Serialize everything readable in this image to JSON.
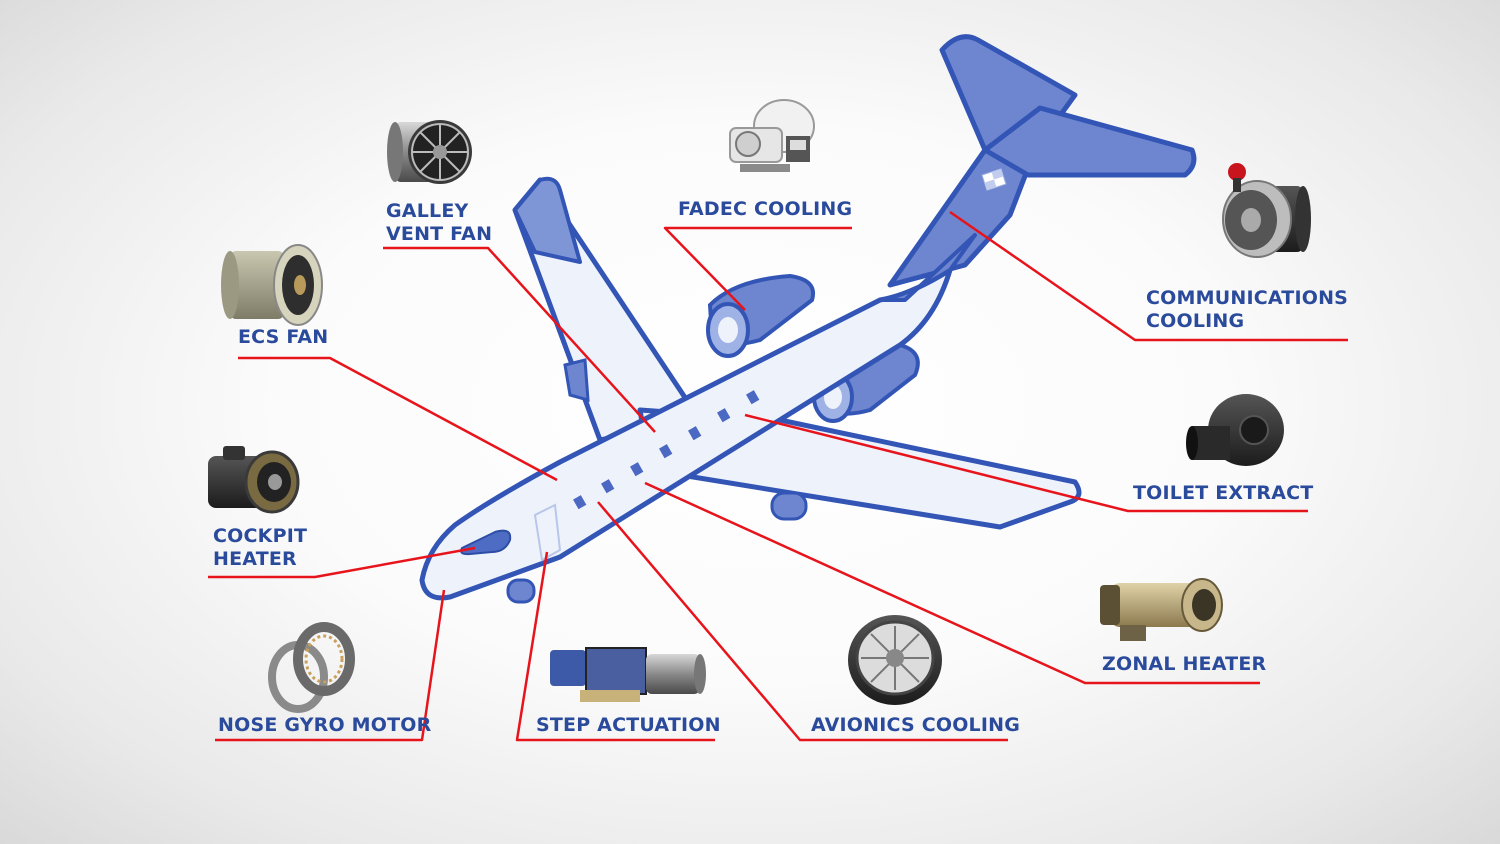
{
  "colors": {
    "label": "#2a4a9c",
    "leader": "#e8141c",
    "fuselage_fill": "#eef2fb",
    "accent_fill": "#6d86cf",
    "outline": "#3355b5"
  },
  "callouts": {
    "galley_vent_fan": {
      "text": "GALLEY\nVENT FAN",
      "icon": "axial-fan-icon"
    },
    "fadec_cooling": {
      "text": "FADEC COOLING",
      "icon": "blower-icon"
    },
    "communications_cooling": {
      "text": "COMMUNICATIONS\nCOOLING",
      "icon": "fan-motor-icon"
    },
    "ecs_fan": {
      "text": "ECS FAN",
      "icon": "duct-fan-icon"
    },
    "toilet_extract": {
      "text": "TOILET EXTRACT",
      "icon": "centrifugal-blower-icon"
    },
    "cockpit_heater": {
      "text": "COCKPIT\nHEATER",
      "icon": "heater-icon"
    },
    "zonal_heater": {
      "text": "ZONAL HEATER",
      "icon": "zonal-heater-icon"
    },
    "nose_gyro_motor": {
      "text": "NOSE GYRO MOTOR",
      "icon": "stator-rotor-icon"
    },
    "step_actuation": {
      "text": "STEP ACTUATION",
      "icon": "actuator-icon"
    },
    "avionics_cooling": {
      "text": "AVIONICS COOLING",
      "icon": "impeller-icon"
    }
  }
}
